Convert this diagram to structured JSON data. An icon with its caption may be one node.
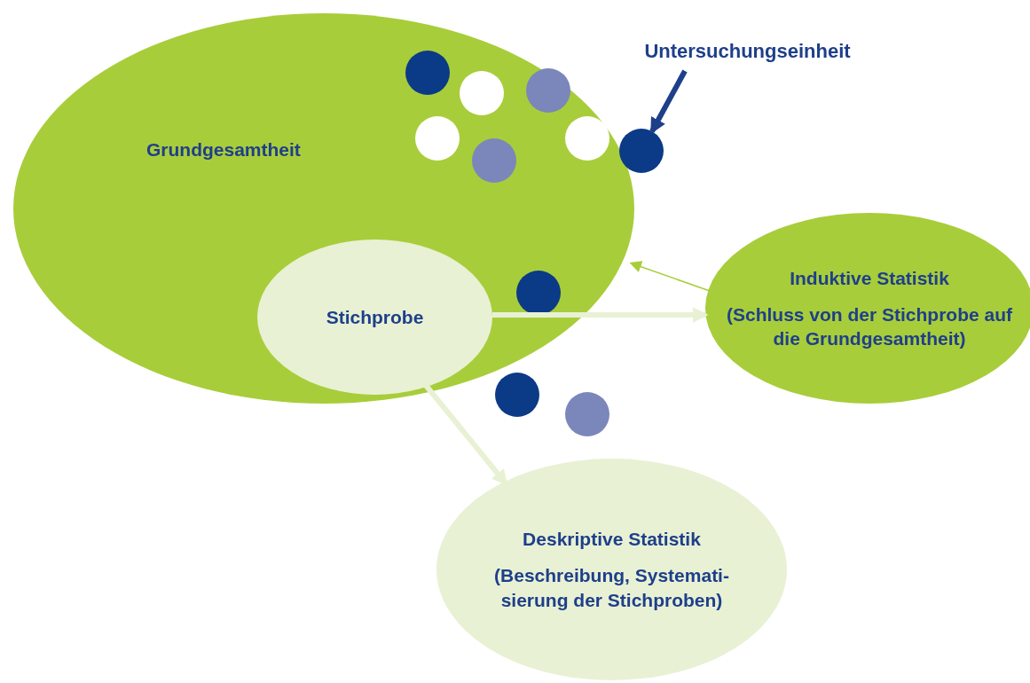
{
  "diagram": {
    "nodes": [
      {
        "text": [
          "Grundgesamtheit"
        ]
      },
      {
        "text": [
          "Stichprobe"
        ],
        "in": 0
      },
      {
        "text": [
          "Untersuchungseinheit"
        ]
      },
      {
        "text": [],
        "shape": "circle"
      },
      {
        "text": [
          "Induktive Statistik",
          "(Schluss von der Stichprobe auf die Grundgesamtheit)"
        ]
      },
      {
        "text": [
          "Deskriptive Statistik",
          "(Beschreibung, Systemati- sierung der Stichproben)"
        ]
      }
    ],
    "edges": [
      {
        "from": 1,
        "to": 4,
        "arrow": "to"
      },
      {
        "from": 4,
        "to": 0,
        "arrow": "to",
        "color": "#a8cd3a"
      },
      {
        "from": 1,
        "to": 5,
        "arrow": "to"
      },
      {
        "from": 2,
        "to": 3,
        "arrow": "to",
        "color": "#1e3f8a"
      }
    ]
  }
}
